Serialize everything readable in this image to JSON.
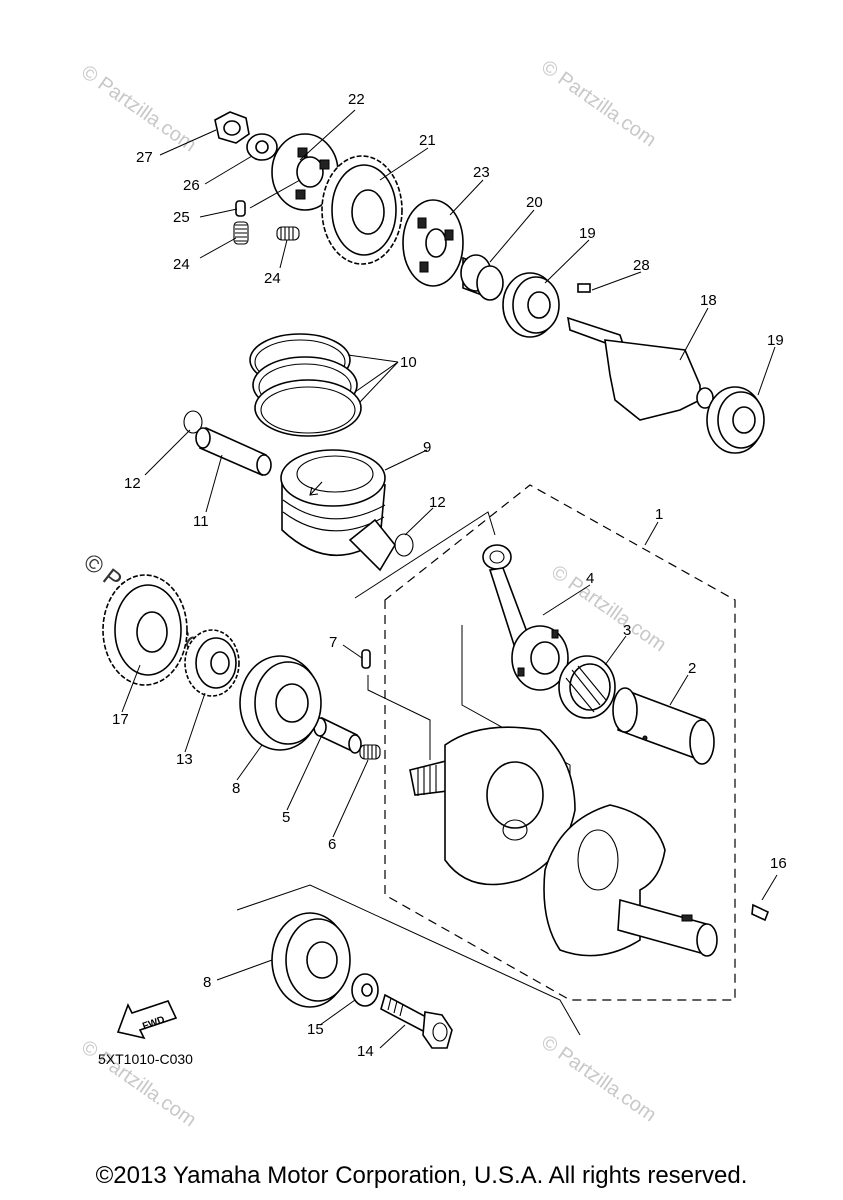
{
  "diagram": {
    "callouts": [
      "1",
      "2",
      "3",
      "4",
      "5",
      "6",
      "7",
      "8",
      "8",
      "9",
      "10",
      "11",
      "12",
      "12",
      "13",
      "14",
      "15",
      "16",
      "17",
      "18",
      "19",
      "19",
      "20",
      "21",
      "22",
      "23",
      "24",
      "24",
      "25",
      "26",
      "27",
      "28"
    ],
    "diagram_code": "5XT1010-C030",
    "fwd_label": "FWD",
    "watermark": "© Partzilla.com",
    "watermark_large": "© Partzilla.com",
    "copyright": "©2013 Yamaha Motor Corporation, U.S.A. All rights reserved."
  }
}
